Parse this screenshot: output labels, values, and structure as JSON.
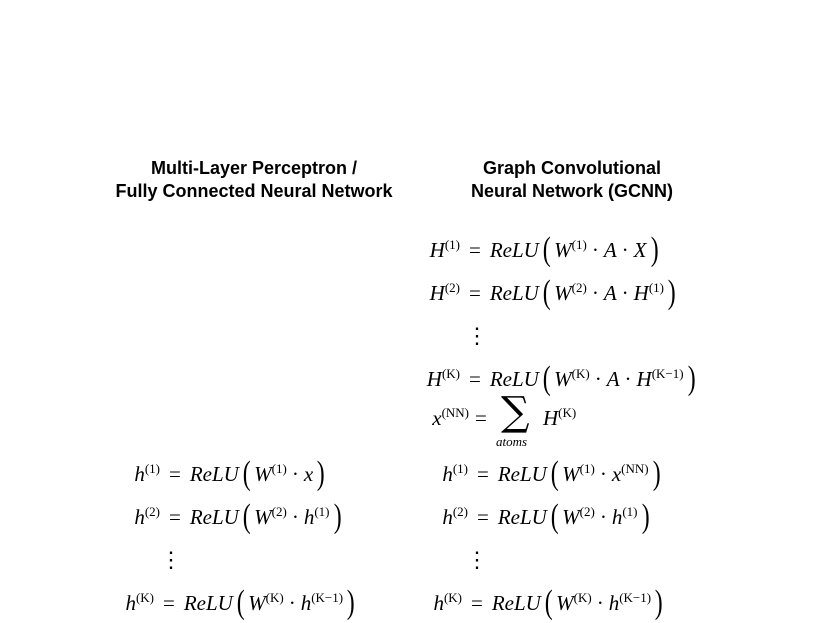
{
  "mlp": {
    "title_line1": "Multi-Layer Perceptron /",
    "title_line2": "Fully Connected Neural Network",
    "equations": [
      {
        "var": "h",
        "sup": "(1)",
        "eq": "=",
        "fn": "ReLU",
        "w": "W",
        "w_sup": "(1)",
        "dot": "·",
        "arg": "x",
        "arg_sup": ""
      },
      {
        "var": "h",
        "sup": "(2)",
        "eq": "=",
        "fn": "ReLU",
        "w": "W",
        "w_sup": "(2)",
        "dot": "·",
        "arg": "h",
        "arg_sup": "(1)"
      },
      {
        "var": "h",
        "sup": "(K)",
        "eq": "=",
        "fn": "ReLU",
        "w": "W",
        "w_sup": "(K)",
        "dot": "·",
        "arg": "h",
        "arg_sup": "(K−1)"
      }
    ],
    "vdots": "⋮"
  },
  "gcnn": {
    "title_line1": "Graph Convolutional",
    "title_line2": "Neural Network (GCNN)",
    "conv_equations": [
      {
        "var": "H",
        "sup": "(1)",
        "eq": "=",
        "fn": "ReLU",
        "w": "W",
        "w_sup": "(1)",
        "dot": "·",
        "a": "A",
        "arg": "X",
        "arg_sup": ""
      },
      {
        "var": "H",
        "sup": "(2)",
        "eq": "=",
        "fn": "ReLU",
        "w": "W",
        "w_sup": "(2)",
        "dot": "·",
        "a": "A",
        "arg": "H",
        "arg_sup": "(1)"
      },
      {
        "var": "H",
        "sup": "(K)",
        "eq": "=",
        "fn": "ReLU",
        "w": "W",
        "w_sup": "(K)",
        "dot": "·",
        "a": "A",
        "arg": "H",
        "arg_sup": "(K−1)"
      }
    ],
    "readout": {
      "var": "x",
      "sup": "(NN)",
      "eq": "=",
      "sigma": "∑",
      "sub": "atoms",
      "term": "H",
      "term_sup": "(K)"
    },
    "dense_equations": [
      {
        "var": "h",
        "sup": "(1)",
        "eq": "=",
        "fn": "ReLU",
        "w": "W",
        "w_sup": "(1)",
        "dot": "·",
        "arg": "x",
        "arg_sup": "(NN)"
      },
      {
        "var": "h",
        "sup": "(2)",
        "eq": "=",
        "fn": "ReLU",
        "w": "W",
        "w_sup": "(2)",
        "dot": "·",
        "arg": "h",
        "arg_sup": "(1)"
      },
      {
        "var": "h",
        "sup": "(K)",
        "eq": "=",
        "fn": "ReLU",
        "w": "W",
        "w_sup": "(K)",
        "dot": "·",
        "arg": "h",
        "arg_sup": "(K−1)"
      }
    ],
    "vdots": "⋮"
  }
}
